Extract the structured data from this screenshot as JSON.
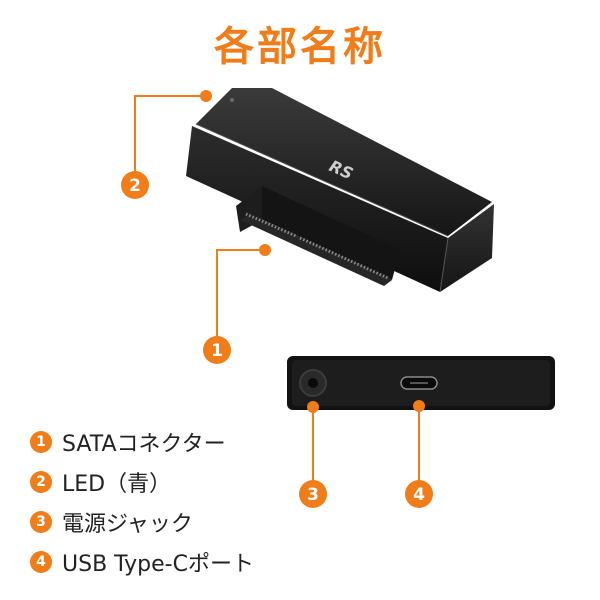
{
  "title": "各部名称",
  "accent_color": "#f07c1a",
  "brand_logo_text": "RS",
  "callouts": [
    {
      "number": "1",
      "label": "SATAコネクター"
    },
    {
      "number": "2",
      "label": "LED（青）"
    },
    {
      "number": "3",
      "label": "電源ジャック"
    },
    {
      "number": "4",
      "label": "USB Type-Cポート"
    }
  ]
}
